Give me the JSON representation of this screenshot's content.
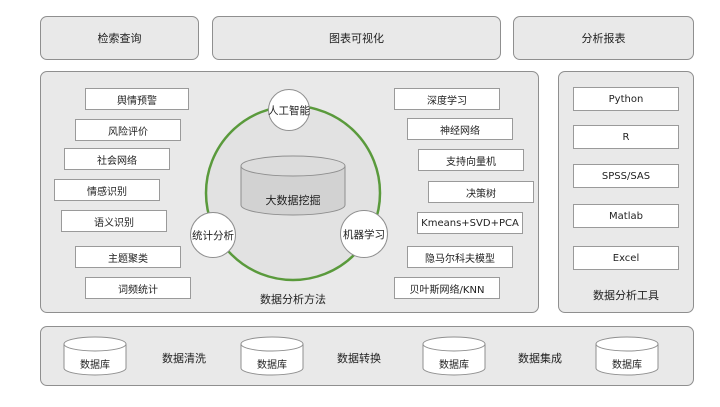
{
  "top": [
    "检索查询",
    "图表可视化",
    "分析报表"
  ],
  "methods": {
    "caption": "数据分析方法",
    "left_items": [
      "舆情预警",
      "风险评价",
      "社会网络",
      "情感识别",
      "语义识别",
      "主题聚类",
      "词频统计"
    ],
    "right_items": [
      "深度学习",
      "神经网络",
      "支持向量机",
      "决策树",
      "Kmeans+SVD+PCA",
      "隐马尔科夫模型",
      "贝叶斯网络/KNN"
    ],
    "center_label": "大数据挖掘",
    "circle_nodes": [
      "人工智能",
      "统计分析",
      "机器学习"
    ],
    "ring_color": "#5a9a3c"
  },
  "tools": {
    "caption": "数据分析工具",
    "items": [
      "Python",
      "R",
      "SPSS/SAS",
      "Matlab",
      "Excel"
    ]
  },
  "pipeline": {
    "db_label": "数据库",
    "steps": [
      "数据清洗",
      "数据转换",
      "数据集成"
    ]
  }
}
